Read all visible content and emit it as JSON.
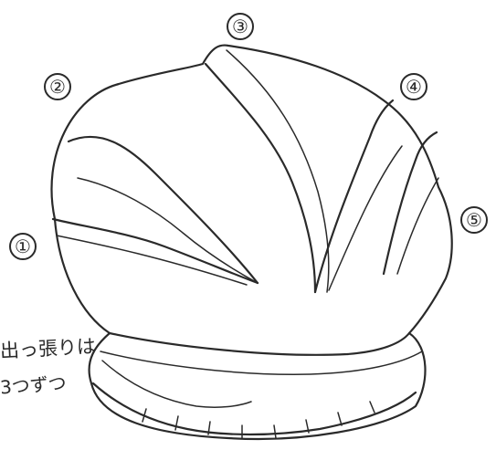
{
  "labels": [
    "①",
    "②",
    "③",
    "④",
    "⑤"
  ],
  "note": {
    "line1": "出っ張りは",
    "line2": "3つずつ"
  }
}
